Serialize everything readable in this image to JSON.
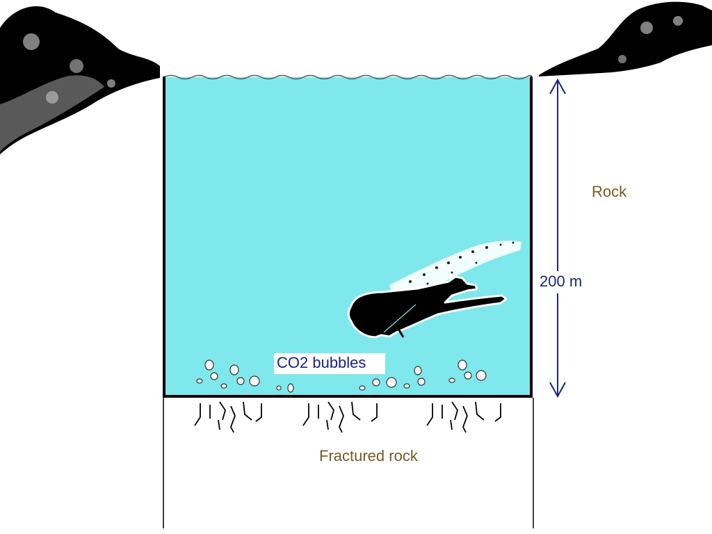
{
  "colors": {
    "water": "#7ee8ec",
    "rock_label": "#7a5a22",
    "dimension": "#1a237e",
    "outline": "#000000",
    "bubble_fill": "#ffffff"
  },
  "labels": {
    "rock": "Rock",
    "depth": "200 m",
    "co2": "CO2 bubbles",
    "fractured": "Fractured rock"
  },
  "icons": {
    "diver": "scuba-diver-silhouette",
    "vegetation": "shrub-icon"
  }
}
